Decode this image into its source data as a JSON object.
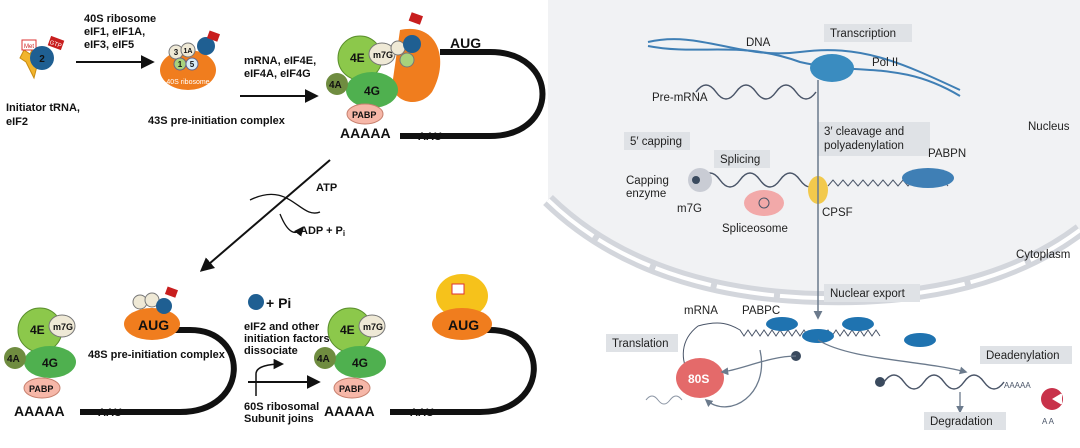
{
  "left": {
    "initiator_label": "Initiator tRNA,\neIF2",
    "met": "Met",
    "gtp": "GTP",
    "eif2_num": "2",
    "step1_factors": "40S ribosome\neIF1, eIF1A,\neIF3, eIF5",
    "ribosome_40s": "40S ribosome",
    "complex_43s": "43S pre-initiation complex",
    "step2_factors": "mRNA, eIF4E,\neIF4A, eIF4G",
    "atp": "ATP",
    "adp": "ADP + P",
    "adp_sub": "i",
    "complex_48s": "48S pre-initiation complex",
    "pi_label": "+ Pi",
    "dissociate": "eIF2 and other\ninitiation factors\ndissociate",
    "subunit_join": "60S ribosomal\nSubunit joins",
    "eif4e": "4E",
    "m7g": "m7G",
    "eif4g": "4G",
    "eif4a": "4A",
    "pabp": "PABP",
    "polya": "AAAAA",
    "aug": "AUG",
    "aau": "AAU",
    "factor_3": "3",
    "factor_1a": "1A",
    "factor_1": "1",
    "factor_5": "5"
  },
  "right": {
    "labels": {
      "transcription": "Transcription",
      "dna": "DNA",
      "pol2": "Pol II",
      "pre_mrna": "Pre-mRNA",
      "nucleus": "Nucleus",
      "capping_5": "5′ capping",
      "splicing": "Splicing",
      "cleavage": "3′ cleavage and\npolyadenylation",
      "pabpn": "PABPN",
      "capping_enzyme": "Capping\nenzyme",
      "m7g": "m7G",
      "cpsf": "CPSF",
      "spliceosome": "Spliceosome",
      "cytoplasm": "Cytoplasm",
      "nuclear_export": "Nuclear export",
      "mrna": "mRNA",
      "pabpc": "PABPC",
      "translation": "Translation",
      "ribosome_80s": "80S",
      "deadenylation": "Deadenylation",
      "degradation": "Degradation",
      "polya_short": "AAAAA",
      "a_letters": "A A"
    },
    "colors": {
      "membrane": "#d3d6dc",
      "nucleus_fill": "#f1f2f4",
      "label_box": "#dfe2e6",
      "dna": "#3f7fb5",
      "pol2": "#3a8cc0",
      "pabp_blue": "#1f73b0",
      "ribosome_red": "#e46a6a",
      "cpsf_yellow": "#f2c94c"
    }
  }
}
